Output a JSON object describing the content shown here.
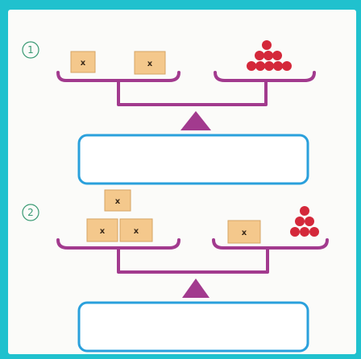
{
  "problems": [
    {
      "number": "1",
      "left_pan": {
        "block_label": "x",
        "block_count": 2
      },
      "right_pan": {
        "ball_count": 9
      },
      "answer": ""
    },
    {
      "number": "2",
      "left_pan": {
        "block_label": "x",
        "block_count": 3
      },
      "right_pan": {
        "block_label": "x",
        "block_count": 1,
        "ball_count": 6
      },
      "answer": ""
    }
  ],
  "colors": {
    "background_border": "#20c1ce",
    "balance": "#a23a8e",
    "answer_box_border": "#2aa0dc",
    "block": "#f4c88c",
    "ball": "#d4283a"
  }
}
